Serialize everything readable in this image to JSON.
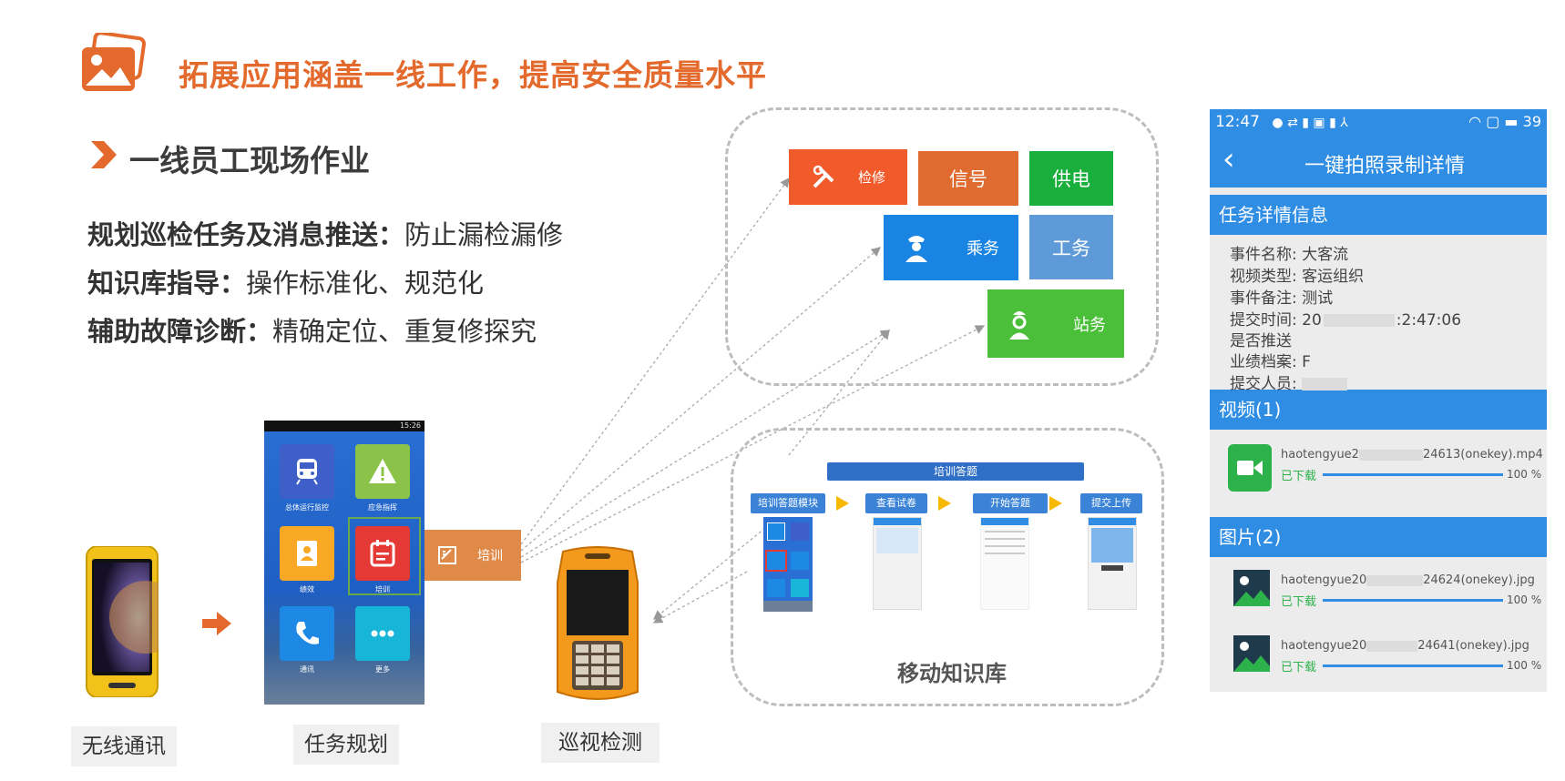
{
  "header": {
    "title": "拓展应用涵盖一线工作，提高安全质量水平",
    "subtitle": "一线员工现场作业"
  },
  "bullets": [
    {
      "bold": "规划巡检任务及消息推送：",
      "text": "防止漏检漏修"
    },
    {
      "bold": "知识库指导：",
      "text": "操作标准化、规范化"
    },
    {
      "bold": "辅助故障诊断：",
      "text": "精确定位、重复修探究"
    }
  ],
  "captions": {
    "wireless": "无线通讯",
    "task": "任务规划",
    "inspect": "巡视检测"
  },
  "phone": {
    "status_time": "15:26",
    "apps": [
      {
        "label": "总体运行监控",
        "color": "#3f5fc8",
        "icon": "train-icon"
      },
      {
        "label": "应急指挥",
        "color": "#8bc34a",
        "icon": "warning-icon"
      },
      {
        "label": "绩效",
        "color": "#f9a825",
        "icon": "contact-card-icon"
      },
      {
        "label": "培训",
        "color": "#e53935",
        "icon": "calendar-icon"
      },
      {
        "label": "通讯",
        "color": "#1e88e5",
        "icon": "phone-icon"
      },
      {
        "label": "更多",
        "color": "#17b6d8",
        "icon": "more-icon"
      }
    ],
    "training_tag": "培训"
  },
  "departments": {
    "maintenance": {
      "label": "检修",
      "color": "#f15a2b"
    },
    "signal": {
      "label": "信号",
      "color": "#e06b30"
    },
    "power": {
      "label": "供电",
      "color": "#1aae3c"
    },
    "crew": {
      "label": "乘务",
      "color": "#1a84e2"
    },
    "track": {
      "label": "工务",
      "color": "#5f9ad8"
    },
    "station": {
      "label": "站务",
      "color": "#4cbf3a"
    }
  },
  "knowledge": {
    "header": "培训答题",
    "steps": [
      "培训答题模块",
      "查看试卷",
      "开始答题",
      "提交上传"
    ],
    "label": "移动知识库"
  },
  "detail": {
    "status_time": "12:47",
    "status_battery": "39",
    "title": "一键拍照录制详情",
    "section_info": "任务详情信息",
    "fields": [
      {
        "k": "事件名称:",
        "v": "大客流"
      },
      {
        "k": "视频类型:",
        "v": "客运组织"
      },
      {
        "k": "事件备注:",
        "v": "测试"
      },
      {
        "k": "提交时间:",
        "v": "20",
        "v2": ":2:47:06"
      },
      {
        "k": "是否推送",
        "v": ""
      },
      {
        "k": "业绩档案:",
        "v": "F"
      },
      {
        "k": "提交人员:",
        "v": ""
      }
    ],
    "section_video": "视频(1)",
    "video": {
      "name_a": "haotengyue2",
      "name_b": "24613(onekey).mp4",
      "status": "已下载",
      "percent": "100 %"
    },
    "section_image": "图片(2)",
    "images": [
      {
        "name_a": "haotengyue20",
        "name_b": "24624(onekey).jpg",
        "status": "已下载",
        "percent": "100 %"
      },
      {
        "name_a": "haotengyue20",
        "name_b": "24641(onekey).jpg",
        "status": "已下载",
        "percent": "100 %"
      }
    ]
  },
  "colors": {
    "accent": "#e36a2c",
    "blue": "#2f8de4",
    "download_green": "#2db14a"
  }
}
